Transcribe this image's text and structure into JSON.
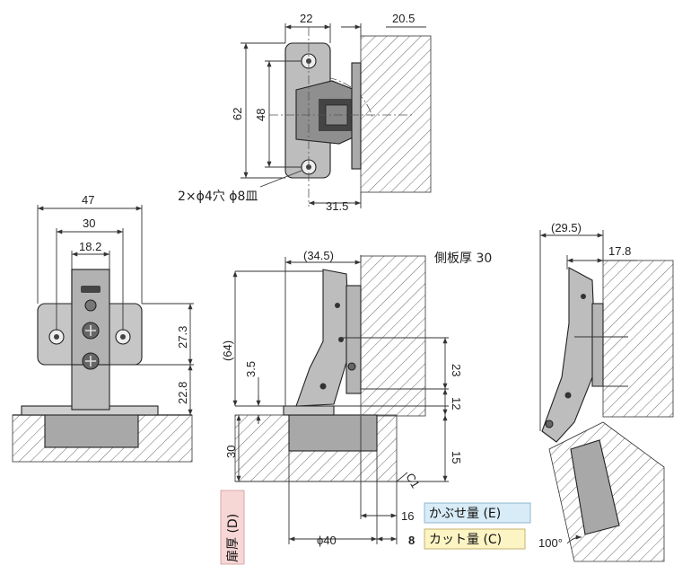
{
  "dimensions": {
    "top_width": "22",
    "top_offset": "20.5",
    "top_height": "62",
    "top_hole_pitch": "48",
    "top_bottom": "31.5",
    "left_width_outer": "47",
    "left_width_mid": "30",
    "left_width_inner": "18.2",
    "left_height_upper": "27.3",
    "left_height_lower": "22.8",
    "mid_top_width": "(34.5)",
    "mid_height_total": "(64)",
    "mid_height_small": "3.5",
    "mid_v23": "23",
    "mid_v12": "12",
    "mid_v15": "15",
    "mid_v30": "30",
    "mid_bore": "ϕ40",
    "mid_c1": "C1",
    "mid_16": "16",
    "mid_8": "8",
    "right_width": "(29.5)",
    "right_17_8": "17.8",
    "right_angle": "100°"
  },
  "labels": {
    "holes": "2×ϕ4穴 ϕ8皿",
    "side_panel": "側板厚 30",
    "overlay": "かぶせ量 (E)",
    "cut": "カット量 (C)",
    "door_thickness": "扉厚 (D)"
  },
  "colors": {
    "metal": "#bdbdbd",
    "metal_dark": "#9a9a9a",
    "cup": "#a8a8a8",
    "overlay_box": "#d8ecf7",
    "cut_box": "#fdf4c4",
    "door_box": "#f7d6d6"
  }
}
